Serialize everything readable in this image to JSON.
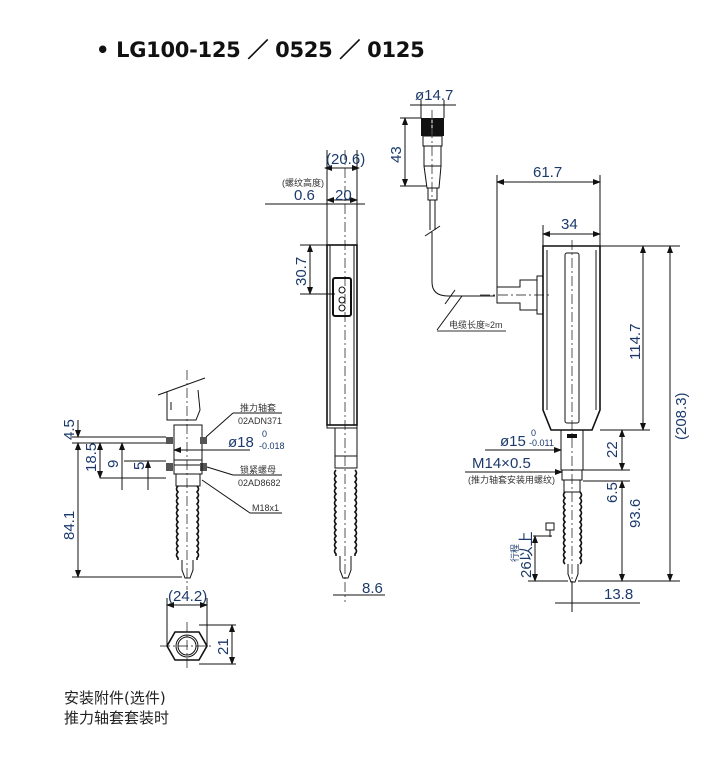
{
  "title": "• LG100-125 ／ 0525 ／ 0125",
  "side_view": {
    "dims": {
      "width_total": "(20.6)",
      "thread_height_label": "(螺纹高度)",
      "thread_height": "0.6",
      "width": "20",
      "window_offset": "30.7",
      "tip_offset": "8.6"
    }
  },
  "connector": {
    "diameter": "ø14.7",
    "length": "43",
    "cable_length_label": "电缆长度≈2m"
  },
  "front_view": {
    "dims": {
      "cable_offset": "61.7",
      "body_width": "34",
      "body_height": "114.7",
      "total_height": "(208.3)",
      "stem_diameter": "ø15",
      "stem_tol_upper": "0",
      "stem_tol_lower": "-0.011",
      "stem_length": "22",
      "thread_spec": "M14×0.5",
      "thread_note": "(推力轴套安装用螺纹)",
      "thread_length": "6.5",
      "spindle_length": "93.6",
      "stroke_label": "行程",
      "stroke": "26以上",
      "tip_offset": "13.8"
    }
  },
  "accessory_view": {
    "dims": {
      "d1": "4.5",
      "d2": "18.5",
      "d3": "9",
      "d4": "5",
      "total": "84.1",
      "bore": "ø18",
      "bore_tol_upper": "0",
      "bore_tol_lower": "-0.018",
      "hex_across": "(24.2)",
      "hex_height": "21"
    },
    "labels": {
      "bushing_name": "推力轴套",
      "bushing_code": "02ADN371",
      "nut_name": "锁紧螺母",
      "nut_code": "02AD8682",
      "thread": "M18x1"
    }
  },
  "caption": {
    "line1": "安装附件(选件)",
    "line2": "推力轴套套装时"
  }
}
